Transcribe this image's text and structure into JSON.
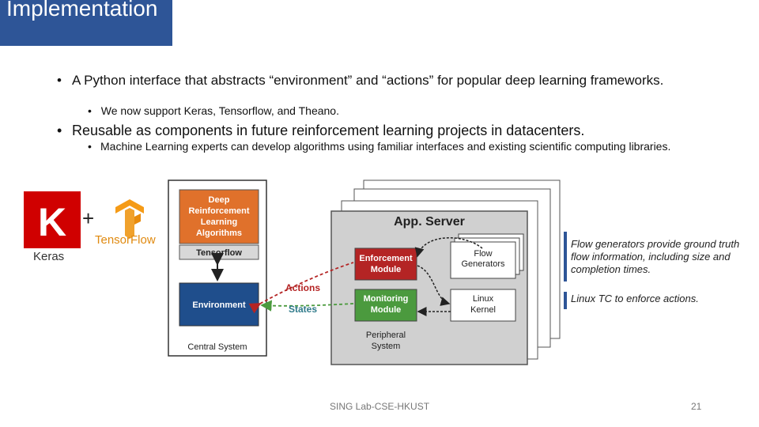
{
  "slide": {
    "title": "Implementation",
    "bullets": {
      "b1": "A Python interface that abstracts “environment” and “actions” for popular deep learning frameworks.",
      "b2": "We now support Keras, Tensorflow, and Theano.",
      "b3": "Reusable as components in future reinforcement learning projects in datacenters.",
      "b4": "Machine Learning experts can develop algorithms using familiar interfaces and existing scientific computing libraries."
    },
    "bullet_glyph": "•",
    "footer": "SING Lab-CSE-HKUST",
    "page_number": "21"
  },
  "figure": {
    "keras_letter": "K",
    "keras_label": "Keras",
    "plus": "+",
    "tensorflow_label": "TensorFlow",
    "drl_block": [
      "Deep",
      "Reinforcement",
      "Learning",
      "Algorithms"
    ],
    "tensorflow_bar": "Tensorflow",
    "environment": "Environment",
    "central_system": "Central System",
    "actions": "Actions",
    "states": "States",
    "app_server": "App. Server",
    "flow_generators": [
      "Flow",
      "Generators"
    ],
    "enforcement": [
      "Enforcement",
      "Module"
    ],
    "monitoring": [
      "Monitoring",
      "Module"
    ],
    "linux_kernel": [
      "Linux",
      "Kernel"
    ],
    "peripheral": [
      "Peripheral",
      "System"
    ]
  },
  "notes": {
    "flow_note": "Flow generators provide ground truth flow information, including size and completion times.",
    "tc_note": "Linux TC to enforce actions."
  },
  "colors": {
    "accent_blue": "#2e5597",
    "orange": "#e0712b",
    "enforcement_red": "#b42424",
    "monitoring_green": "#4b9a3e",
    "keras_red": "#d00000",
    "tensorflow_orange": "#f59b17",
    "env_blue": "#1f4e8c"
  }
}
